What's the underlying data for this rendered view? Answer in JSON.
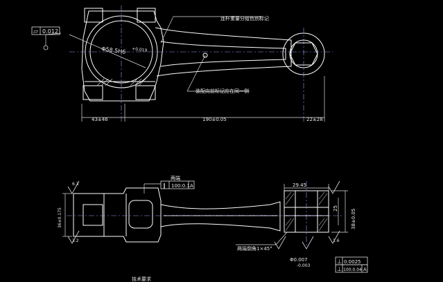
{
  "colors": {
    "background": "#000000",
    "outline": "#ffffff",
    "dimension": "#e0e0e0",
    "centerline": "#9aa0ff",
    "hatch": "#cccccc"
  },
  "top_view": {
    "flatness_tol": "0.012",
    "bore_dia": "Φ58.5H6",
    "bore_dev": "+0.019",
    "note_weight_group": "连杆重量分组色别标记",
    "note_same_side": "装配向前标记应在同一侧",
    "dim_left": "43±46",
    "dim_center": "190±0.05",
    "dim_right": "22±28"
  },
  "bottom_view": {
    "note_both_sides_top": "两端",
    "parallel_tol_top": "100:0.1",
    "datum_a": "A",
    "dim_small_end_width": "29.45",
    "note_chamfer": "两端倒角1×45°",
    "dim_pin_dia": "Φ0.007",
    "dim_pin_dev": "-0.003",
    "perp_tol_1": "0.0025",
    "perp_tol_2": "100:0.04",
    "left_vertical_dim": "36±0.175",
    "right_vertical_dim_1": "38±0.05",
    "right_vertical_dim_2": "25",
    "roughness_1": "6.3",
    "roughness_2": "3.2",
    "roughness_3": "1.6",
    "bottom_caption": "技术要求"
  }
}
